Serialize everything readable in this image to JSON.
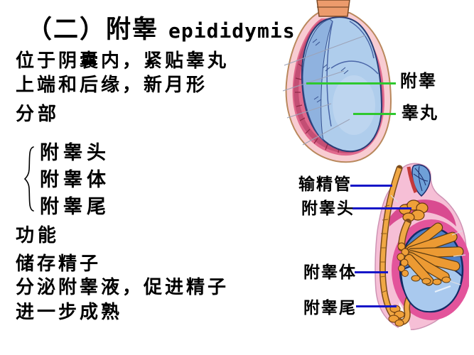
{
  "slide": {
    "title_zh": "（二）附睾",
    "title_en": "epididymis",
    "description_lines": [
      "位于阴囊内，紧贴睾丸",
      "上端和后缘，新月形"
    ],
    "parts": {
      "heading": "分部",
      "items": [
        "附睾头",
        "附睾体",
        "附睾尾"
      ]
    },
    "functions": {
      "heading": "功能",
      "lines": [
        "储存精子",
        "分泌附睾液，促进精子",
        "进一步成熟"
      ]
    }
  },
  "figure_top": {
    "labels": [
      {
        "text": "附睾"
      },
      {
        "text": "睾丸"
      }
    ],
    "leader_line_color": "#2EC82E"
  },
  "figure_bottom": {
    "labels": [
      {
        "text": "输精管"
      },
      {
        "text": "附睾头"
      },
      {
        "text": "附睾体"
      },
      {
        "text": "附睾尾"
      }
    ],
    "leader_line_color": "#1616C8"
  },
  "colors": {
    "background": "#FFFFFF",
    "text": "#000000",
    "top_leader_line": "#2EC82E",
    "bottom_leader_line": "#1616C8",
    "scrotum_pink": "#E0698D",
    "testis_blue": "#AFCDEC",
    "tubule_orange": "#EC9A33"
  }
}
